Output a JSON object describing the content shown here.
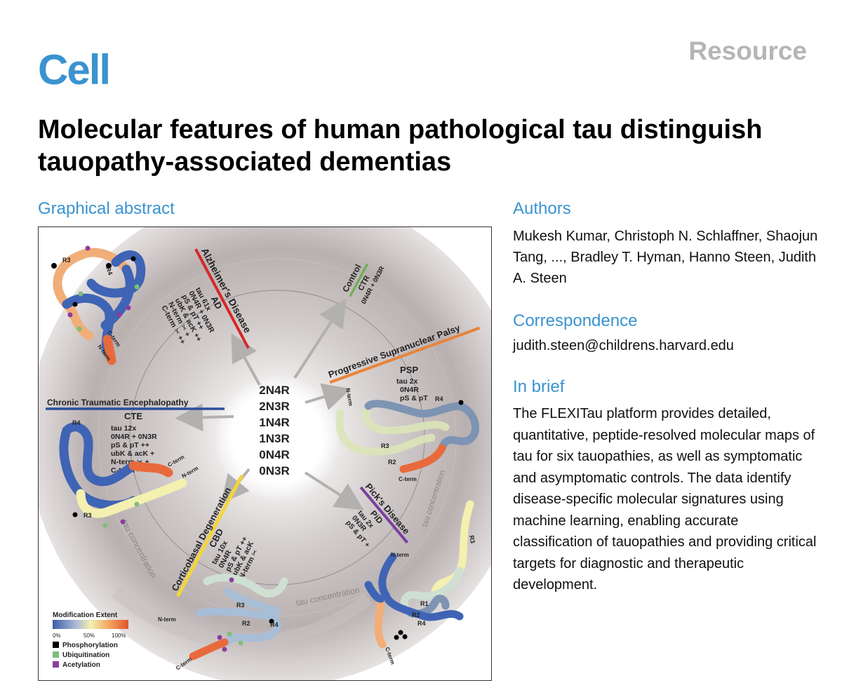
{
  "header": {
    "journal": "Cell",
    "article_type": "Resource",
    "title": "Molecular features of human pathological tau distinguish tauopathy-associated dementias"
  },
  "sections": {
    "graphical_abstract": "Graphical abstract",
    "authors": "Authors",
    "correspondence": "Correspondence",
    "in_brief": "In brief"
  },
  "authors_text": "Mukesh Kumar, Christoph N. Schlaffner, Shaojun Tang, ..., Bradley T. Hyman, Hanno Steen, Judith A. Steen",
  "correspondence_email": "judith.steen@childrens.harvard.edu",
  "in_brief_text": "The FLEXITau platform provides detailed, quantitative, peptide-resolved molecular maps of tau for six tauopathies, as well as symptomatic and asymptomatic controls. The data identify disease-specific molecular signatures using machine learning, enabling accurate classification of tauopathies and providing critical targets for diagnostic and therapeutic development.",
  "figure": {
    "isoforms": [
      "2N4R",
      "2N3R",
      "1N4R",
      "1N3R",
      "0N4R",
      "0N3R"
    ],
    "tau_concentration": "tau concentration",
    "diseases": {
      "ad": {
        "name": "Alzheimer's Disease",
        "abbr": "AD",
        "color": "#d62828",
        "lines": [
          "tau 61x",
          "0N4R + 0N3R",
          "pS & pT ++",
          "ubK & acK ++",
          "N-term ✂ +",
          "C-term ✂ ++"
        ]
      },
      "ctr": {
        "name": "Control",
        "abbr": "CTR",
        "color": "#6ab04c",
        "lines": [
          "0N4R + 0N3R"
        ]
      },
      "psp": {
        "name": "Progressive Supranuclear Palsy",
        "abbr": "PSP",
        "color": "#e8833a",
        "lines": [
          "tau 2x",
          "0N4R",
          "pS & pT"
        ]
      },
      "cte": {
        "name": "Chronic Traumatic Encephalopathy",
        "abbr": "CTE",
        "color": "#2b4f9e",
        "lines": [
          "tau 12x",
          "0N4R + 0N3R",
          "pS & pT   ++",
          "ubK & acK +",
          "N-term ✂  +",
          "C-term ✂"
        ]
      },
      "cbd": {
        "name": "Corticobasal Degeneration",
        "abbr": "CBD",
        "color": "#f2d53c",
        "lines": [
          "tau 10x",
          "0N4R",
          "pS & pT ++",
          "ubK & acK",
          "N-term ✂"
        ]
      },
      "pid": {
        "name": "Pick's Disease",
        "abbr": "PiD",
        "color": "#7b3fa0",
        "lines": [
          "tau 2x",
          "0N3R",
          "pS & pT +"
        ]
      }
    },
    "structure_labels": {
      "n_term": "N-term",
      "c_term": "C-term",
      "r1": "R1",
      "r2": "R2",
      "r3": "R3",
      "r4": "R4"
    },
    "legend": {
      "title": "Modification Extent",
      "ticks": [
        "0%",
        "50%",
        "100%"
      ],
      "items": [
        {
          "label": "Phosphorylation",
          "color": "#000000"
        },
        {
          "label": "Ubiquitination",
          "color": "#7dbf7a"
        },
        {
          "label": "Acetylation",
          "color": "#8e3c9e"
        }
      ],
      "gradient": [
        "#3d5ea8",
        "#a7b7d6",
        "#f3f0b0",
        "#f2a35e",
        "#e0552e"
      ]
    }
  }
}
